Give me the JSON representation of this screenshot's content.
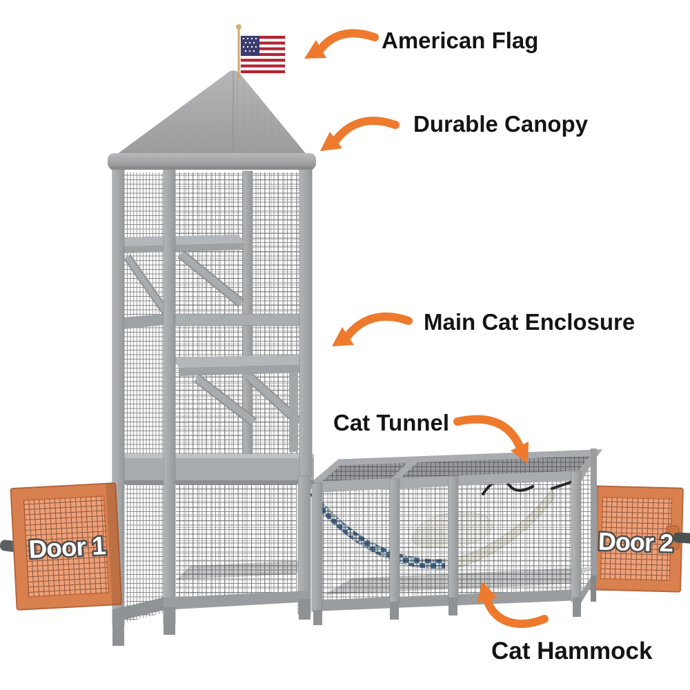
{
  "page": {
    "background": "#ffffff",
    "description": "Annotated product image of a cat enclosure with tower, canopy, tunnel and two doors"
  },
  "callouts": [
    {
      "id": "flag",
      "label": "American Flag"
    },
    {
      "id": "canopy",
      "label": "Durable Canopy"
    },
    {
      "id": "enclosure",
      "label": "Main Cat Enclosure"
    },
    {
      "id": "tunnel",
      "label": "Cat Tunnel"
    },
    {
      "id": "hammock",
      "label": "Cat Hammock"
    }
  ],
  "doors": [
    {
      "id": "door1",
      "label": "Door 1"
    },
    {
      "id": "door2",
      "label": "Door 2"
    }
  ],
  "colors": {
    "arrow": "#EE7A2D",
    "label_text": "#141414",
    "door_frame": "#D9804F",
    "door_mesh_bg": "#EFA077",
    "door_label_fill": "#FFFFFF",
    "door_label_outline": "#4C4C4C",
    "wood_gray": "#A7AAAC",
    "canopy_gray": "#A3A3A5",
    "flag_red": "#B22234",
    "flag_blue": "#3C3B6E",
    "hammock_blue": "#51749B",
    "hammock_cream": "#EAE7DD"
  }
}
